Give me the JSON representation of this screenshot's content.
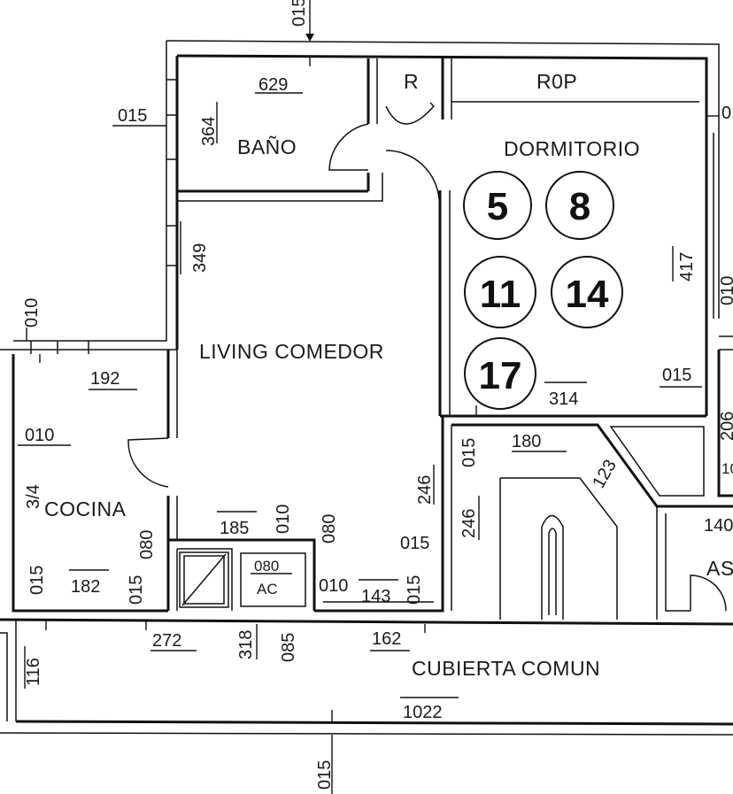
{
  "rooms": {
    "bano": "BAÑO",
    "r": "R",
    "rop": "R0P",
    "dormitorio": "DORMITORIO",
    "living": "LIVING COMEDOR",
    "cocina": "COCINA",
    "ac": "AC",
    "cubierta": "CUBIERTA COMUN",
    "as": "AS"
  },
  "circled_numbers": [
    "5",
    "8",
    "11",
    "14",
    "17"
  ],
  "dimensions": {
    "top_015": "015",
    "bano_width": "629",
    "bano_left_015": "015",
    "bano_height": "364",
    "living_349": "349",
    "right_top_01": "01",
    "dorm_417": "417",
    "right_010": "010",
    "dorm_015": "015",
    "dorm_314": "314",
    "right_206": "206",
    "right_10": "10",
    "left_010_vert": "010",
    "cocina_192": "192",
    "cocina_010": "010",
    "cocina_34": "3/4",
    "cocina_080": "080",
    "cocina_015_left": "015",
    "cocina_182": "182",
    "cocina_015_right": "015",
    "living_185": "185",
    "living_010": "010",
    "living_080": "080",
    "living_246": "246",
    "living_015": "015",
    "ac_080": "080",
    "bottom_010": "010",
    "bottom_143": "143",
    "bottom_015": "015",
    "corr_015": "015",
    "corr_180": "180",
    "corr_123": "123",
    "corr_246": "246",
    "right_140": "140",
    "cub_272": "272",
    "cub_318": "318",
    "cub_085": "085",
    "cub_162": "162",
    "cub_116": "116",
    "cub_1022": "1022",
    "bottom_axis_015": "015"
  }
}
